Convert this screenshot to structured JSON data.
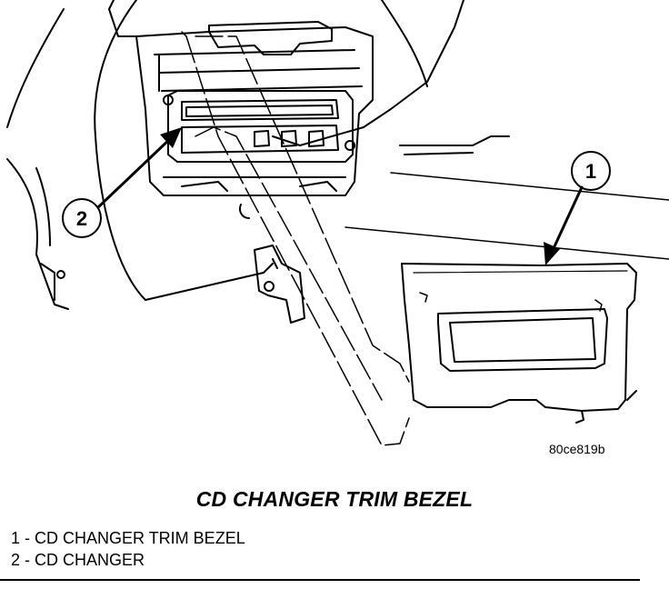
{
  "figure": {
    "id_label": "80ce819b",
    "callouts": [
      {
        "number": "1"
      },
      {
        "number": "2"
      }
    ]
  },
  "title": "CD CHANGER TRIM BEZEL",
  "legend": [
    "1 - CD CHANGER TRIM BEZEL",
    "2 - CD CHANGER"
  ],
  "colors": {
    "ink": "#000000",
    "paper": "#ffffff"
  }
}
